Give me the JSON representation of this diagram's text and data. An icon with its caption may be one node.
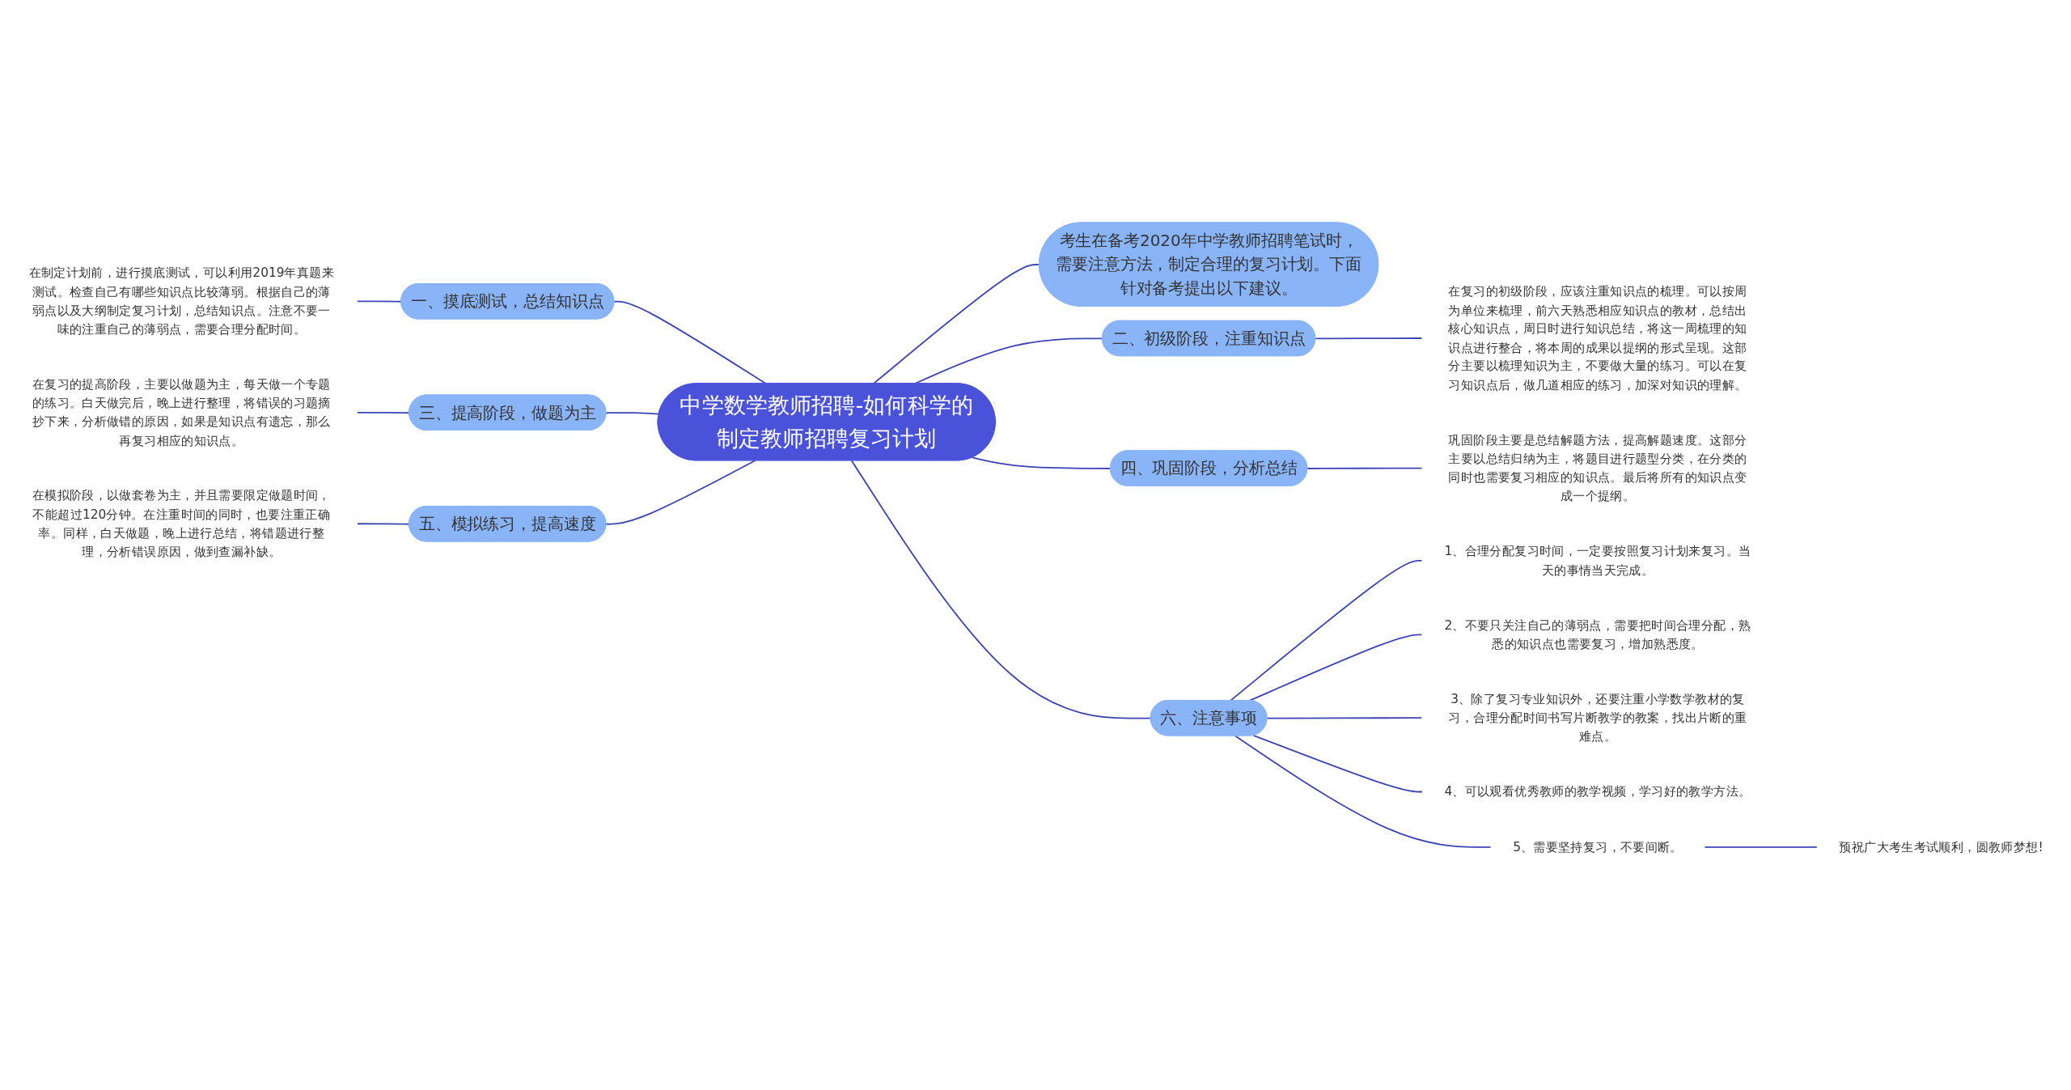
{
  "diagram": {
    "nodes": [
      {
        "text": [
          "中学数学教师招聘-如何科学的制定教师招聘复习计划"
        ]
      },
      {
        "text": [
          "考生在备考2020年中学教师招聘笔试时，需要注意方法，制定合理的复习计划。下面针对备考提出以下建议。"
        ]
      },
      {
        "text": [
          "一、摸底测试，总结知识点"
        ]
      },
      {
        "text": [
          "在制定计划前，进行摸底测试，可以利用2019年真题来测试。检查自己有哪些知识点比较薄弱。根据自己的薄弱点以及大纲制定复习计划，总结知识点。注意不要一味的注重自己的薄弱点，需要合理分配时间。"
        ]
      },
      {
        "text": [
          "二、初级阶段，注重知识点"
        ]
      },
      {
        "text": [
          "在复习的初级阶段，应该注重知识点的梳理。可以按周为单位来梳理，前六天熟悉相应知识点的教材，总结出核心知识点，周日时进行知识总结，将这一周梳理的知识点进行整合，将本周的成果以提纲的形式呈现。这部分主要以梳理知识为主，不要做大量的练习。可以在复习知识点后，做几道相应的练习，加深对知识的理解。"
        ]
      },
      {
        "text": [
          "三、提高阶段，做题为主"
        ]
      },
      {
        "text": [
          "在复习的提高阶段，主要以做题为主，每天做一个专题的练习。白天做完后，晚上进行整理，将错误的习题摘抄下来，分析做错的原因，如果是知识点有遗忘，那么再复习相应的知识点。"
        ]
      },
      {
        "text": [
          "四、巩固阶段，分析总结"
        ]
      },
      {
        "text": [
          "巩固阶段主要是总结解题方法，提高解题速度。这部分主要以总结归纳为主，将题目进行题型分类，在分类的同时也需要复习相应的知识点。最后将所有的知识点变成一个提纲。"
        ]
      },
      {
        "text": [
          "五、模拟练习，提高速度"
        ]
      },
      {
        "text": [
          "在模拟阶段，以做套卷为主，并且需要限定做题时间，不能超过120分钟。在注重时间的同时，也要注重正确率。同样，白天做题，晚上进行总结，将错题进行整理，分析错误原因，做到查漏补缺。"
        ]
      },
      {
        "text": [
          "六、注意事项"
        ]
      },
      {
        "text": [
          "1、合理分配复习时间，一定要按照复习计划来复习。当天的事情当天完成。"
        ]
      },
      {
        "text": [
          "2、不要只关注自己的薄弱点，需要把时间合理分配，熟悉的知识点也需要复习，增加熟悉度。"
        ]
      },
      {
        "text": [
          "3、除了复习专业知识外，还要注重小学数学教材的复习，合理分配时间书写片断教学的教案，找出片断的重难点。"
        ]
      },
      {
        "text": [
          "4、可以观看优秀教师的教学视频，学习好的教学方法。"
        ]
      },
      {
        "text": [
          "5、需要坚持复习，不要间断。"
        ]
      },
      {
        "text": [
          "预祝广大考生考试顺利，圆教师梦想!"
        ]
      }
    ],
    "edges": [
      {
        "from": 0,
        "to": 1,
        "arrow": "none"
      },
      {
        "from": 2,
        "to": 0,
        "arrow": "none"
      },
      {
        "from": 3,
        "to": 2,
        "arrow": "none"
      },
      {
        "from": 0,
        "to": 4,
        "arrow": "none"
      },
      {
        "from": 4,
        "to": 5,
        "arrow": "none"
      },
      {
        "from": 6,
        "to": 0,
        "arrow": "none"
      },
      {
        "from": 7,
        "to": 6,
        "arrow": "none"
      },
      {
        "from": 0,
        "to": 8,
        "arrow": "none"
      },
      {
        "from": 8,
        "to": 9,
        "arrow": "none"
      },
      {
        "from": 10,
        "to": 0,
        "arrow": "none"
      },
      {
        "from": 11,
        "to": 10,
        "arrow": "none"
      },
      {
        "from": 0,
        "to": 12,
        "arrow": "none"
      },
      {
        "from": 12,
        "to": 13,
        "arrow": "none"
      },
      {
        "from": 12,
        "to": 14,
        "arrow": "none"
      },
      {
        "from": 12,
        "to": 15,
        "arrow": "none"
      },
      {
        "from": 12,
        "to": 16,
        "arrow": "none"
      },
      {
        "from": 12,
        "to": 17,
        "arrow": "none"
      },
      {
        "from": 17,
        "to": 18,
        "arrow": "none"
      }
    ]
  }
}
